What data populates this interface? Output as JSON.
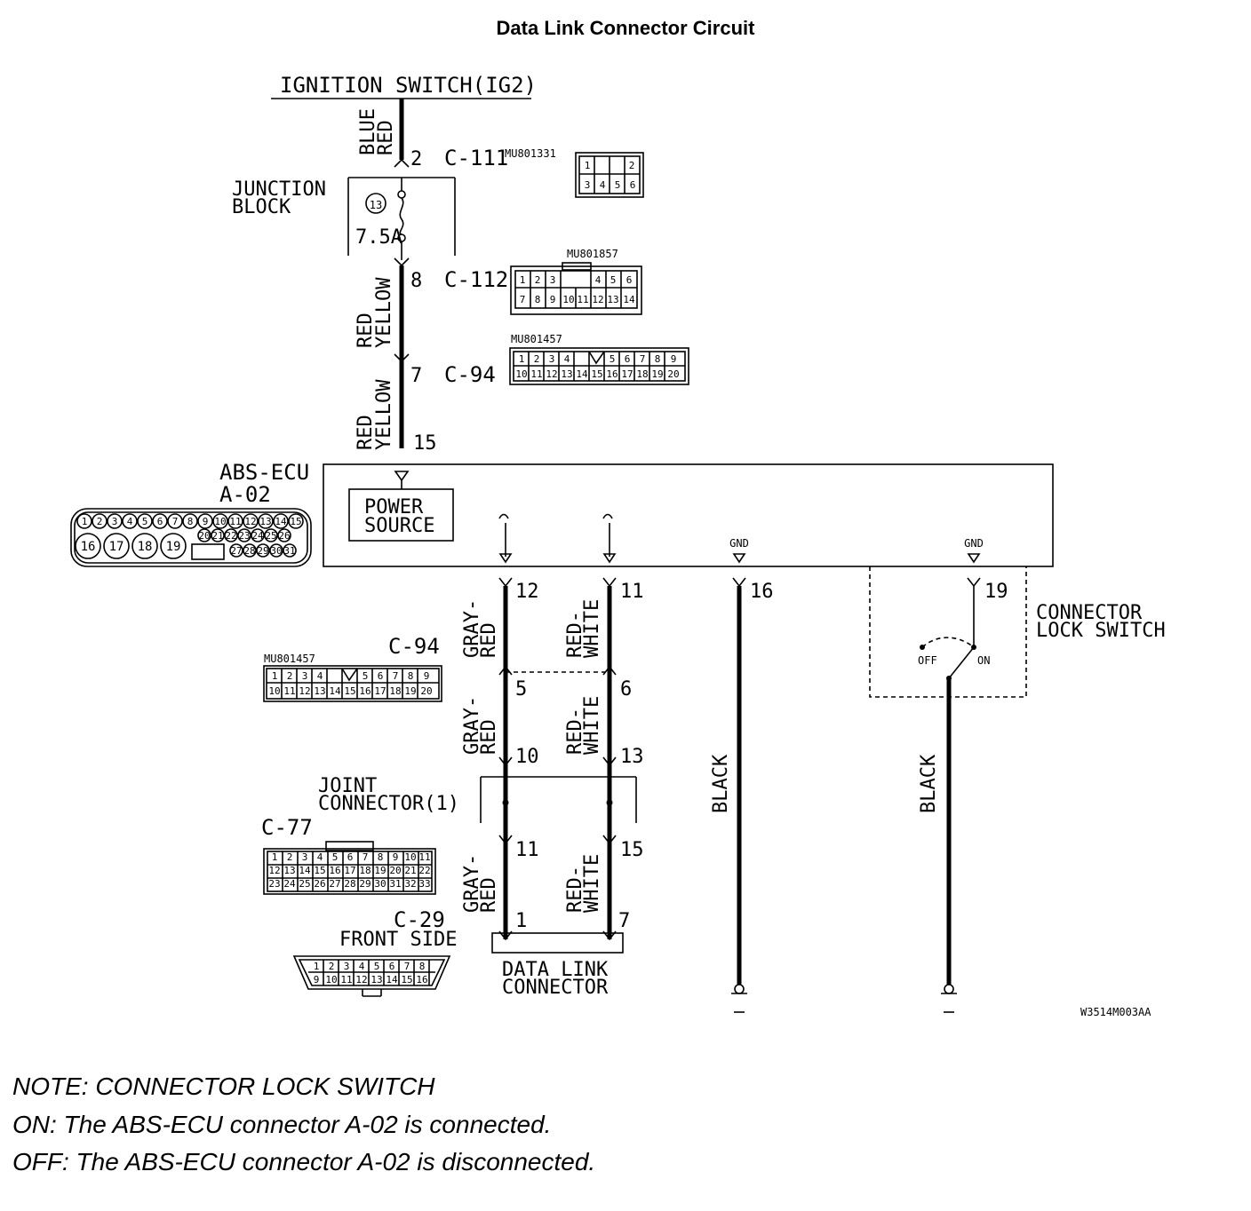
{
  "title": "Data Link Connector Circuit",
  "top": {
    "ignition": "IGNITION SWITCH(IG2)",
    "wire_top_1": "BLUE",
    "wire_top_2": "RED",
    "c111_pin": "2",
    "c111_label": "C-111",
    "c111_code": "MU801331",
    "junction_line1": "JUNCTION",
    "junction_line2": "BLOCK",
    "fuse_no": "13",
    "fuse_rating": "7.5A",
    "c112_pin": "8",
    "c112_label": "C-112",
    "c112_code": "MU801857",
    "wire_mid_1": "RED",
    "wire_mid_2": "YELLOW",
    "c94_pin": "7",
    "c94_label": "C-94",
    "c94_code": "MU801457",
    "wire_bottom_1": "RED",
    "wire_bottom_2": "YELLOW",
    "ecu_pin": "15"
  },
  "ecu": {
    "line1": "ABS-ECU",
    "line2": "A-02",
    "power_line1": "POWER",
    "power_line2": "SOURCE",
    "gnd_left": "GND",
    "gnd_right": "GND"
  },
  "lower": {
    "pin12": "12",
    "pin11": "11",
    "pin16": "16",
    "pin19": "19",
    "gray_red_1": "GRAY-",
    "gray_red_2": "RED",
    "red_white_1": "RED-",
    "red_white_2": "WHITE",
    "c94_label": "C-94",
    "c94_code": "MU801457",
    "pin5": "5",
    "pin6": "6",
    "pin10": "10",
    "pin13": "13",
    "joint_line1": "JOINT",
    "joint_line2": "CONNECTOR(1)",
    "c77_label": "C-77",
    "pin11_b": "11",
    "pin15": "15",
    "c29_label": "C-29",
    "front_side": "FRONT SIDE",
    "pin1": "1",
    "pin7": "7",
    "dlc_line1": "DATA LINK",
    "dlc_line2": "CONNECTOR",
    "black": "BLACK",
    "lock_line1": "CONNECTOR",
    "lock_line2": "LOCK SWITCH",
    "off": "OFF",
    "on": "ON",
    "drawing_code": "W3514M003AA"
  },
  "notes": {
    "line1": "NOTE: CONNECTOR LOCK SWITCH",
    "line2": "ON: The ABS-ECU connector A-02 is connected.",
    "line3": "OFF: The ABS-ECU connector A-02 is disconnected."
  },
  "connectors": {
    "c111": [
      "1",
      "2",
      "3",
      "4",
      "5",
      "6"
    ],
    "c112_top": [
      "1",
      "2",
      "3",
      "4",
      "5",
      "6"
    ],
    "c112_bottom": [
      "7",
      "8",
      "9",
      "10",
      "11",
      "12",
      "13",
      "14"
    ],
    "c94_top": [
      "1",
      "2",
      "3",
      "4",
      "5",
      "6",
      "7",
      "8",
      "9"
    ],
    "c94_bottom": [
      "10",
      "11",
      "12",
      "13",
      "14",
      "15",
      "16",
      "17",
      "18",
      "19",
      "20"
    ],
    "a02_row1": [
      "1",
      "2",
      "3",
      "4",
      "5",
      "6",
      "7",
      "8",
      "9",
      "10",
      "11",
      "12",
      "13",
      "14",
      "15"
    ],
    "a02_row2_big": [
      "16",
      "17",
      "18",
      "19"
    ],
    "a02_row2_small": [
      "20",
      "21",
      "22",
      "23",
      "24",
      "25",
      "26"
    ],
    "a02_row3_small": [
      "27",
      "28",
      "29",
      "30",
      "31"
    ],
    "c77_row1": [
      "1",
      "2",
      "3",
      "4",
      "5",
      "6",
      "7",
      "8",
      "9",
      "10",
      "11"
    ],
    "c77_row2": [
      "12",
      "13",
      "14",
      "15",
      "16",
      "17",
      "18",
      "19",
      "20",
      "21",
      "22"
    ],
    "c77_row3": [
      "23",
      "24",
      "25",
      "26",
      "27",
      "28",
      "29",
      "30",
      "31",
      "32",
      "33"
    ],
    "c29_top": [
      "1",
      "2",
      "3",
      "4",
      "5",
      "6",
      "7",
      "8"
    ],
    "c29_bottom": [
      "9",
      "10",
      "11",
      "12",
      "13",
      "14",
      "15",
      "16"
    ]
  }
}
